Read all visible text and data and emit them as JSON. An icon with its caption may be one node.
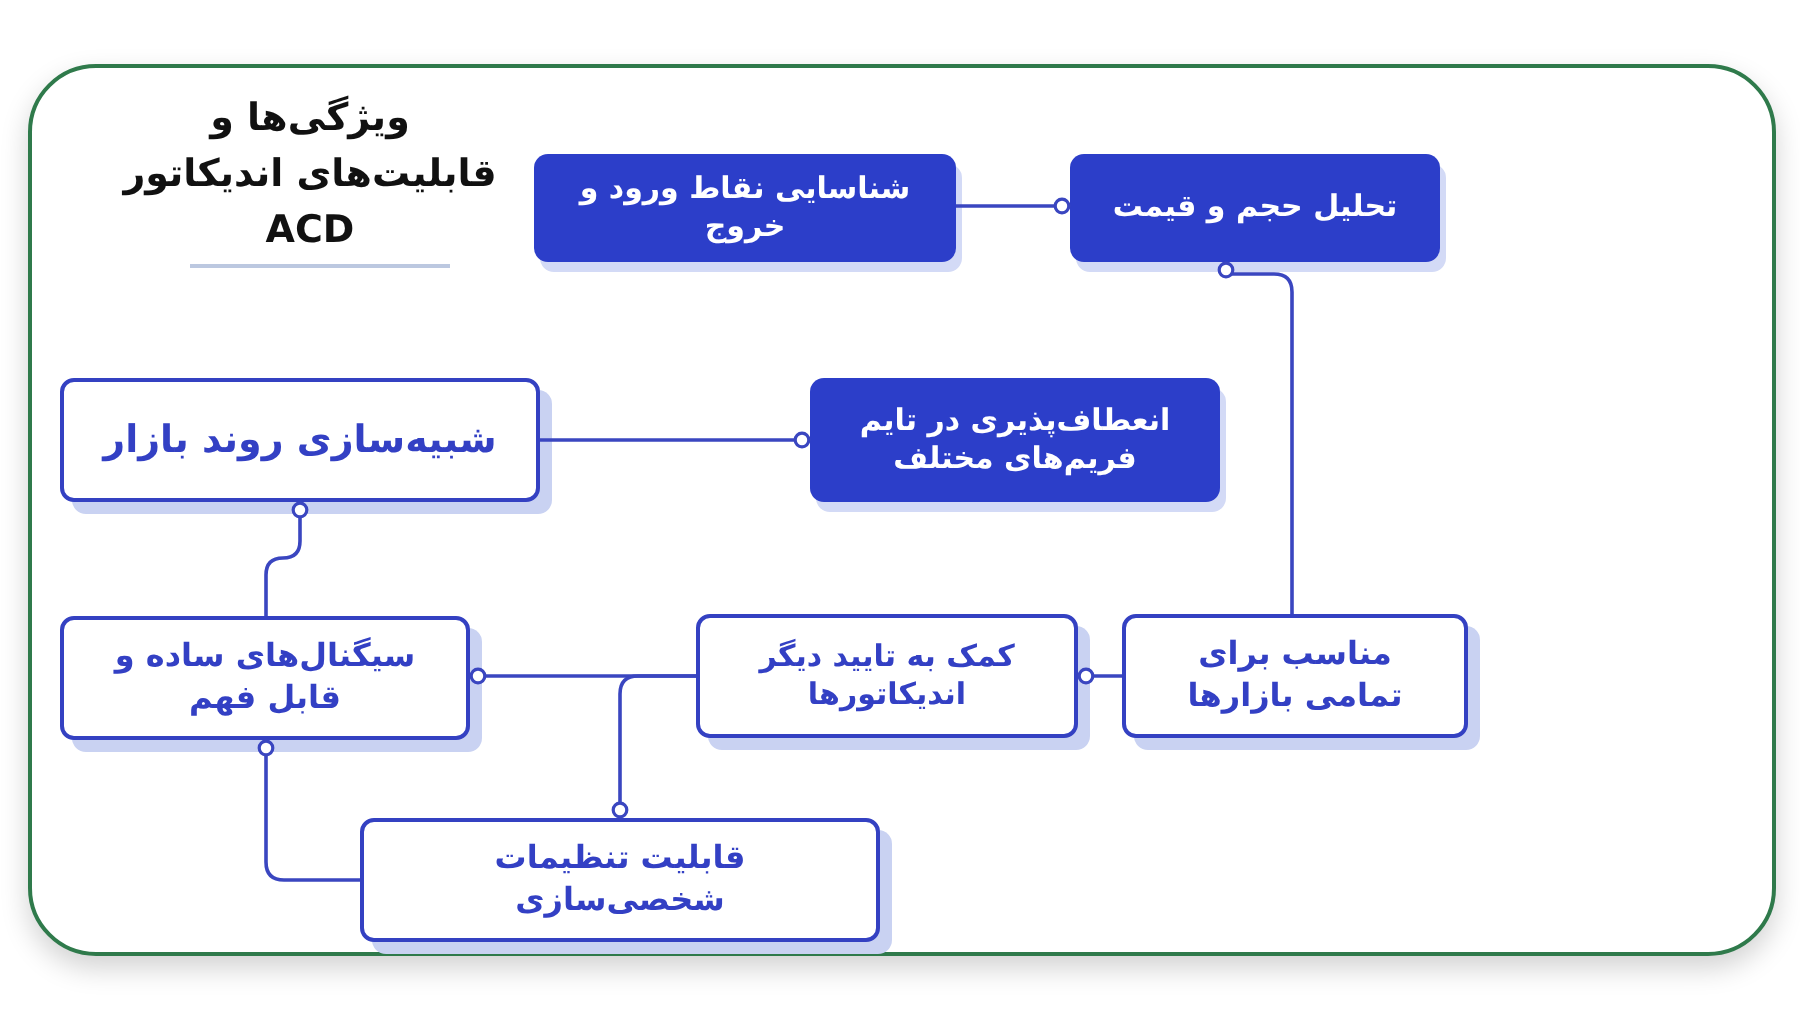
{
  "diagram": {
    "title": "ویژگی‌ها و قابلیت‌های اندیکاتور ACD",
    "nodes": [
      {
        "text": [
          "تحلیل حجم و قیمت"
        ]
      },
      {
        "text": [
          "شناسایی نقاط ورود و خروج"
        ]
      },
      {
        "text": [
          "انعطاف‌پذیری در تایم فریم‌های مختلف"
        ]
      },
      {
        "text": [
          "شبیه‌سازی روند بازار"
        ]
      },
      {
        "text": [
          "مناسب برای تمامی بازارها"
        ]
      },
      {
        "text": [
          "کمک به تایید دیگر اندیکاتورها"
        ]
      },
      {
        "text": [
          "سیگنال‌های ساده و قابل فهم"
        ]
      },
      {
        "text": [
          "قابلیت تنظیمات شخصی‌سازی"
        ]
      }
    ],
    "edges": [
      {
        "from": 1,
        "to": 0,
        "arrow": "other"
      },
      {
        "from": 4,
        "to": 0,
        "arrow": "other"
      },
      {
        "from": 4,
        "to": 5,
        "arrow": "other"
      },
      {
        "from": 5,
        "to": 6,
        "arrow": "other"
      },
      {
        "from": 5,
        "to": 7,
        "arrow": "other"
      },
      {
        "from": 3,
        "to": 2,
        "arrow": "other"
      },
      {
        "from": 6,
        "to": 3,
        "arrow": "other"
      },
      {
        "from": 7,
        "to": 6,
        "arrow": "other"
      }
    ]
  }
}
